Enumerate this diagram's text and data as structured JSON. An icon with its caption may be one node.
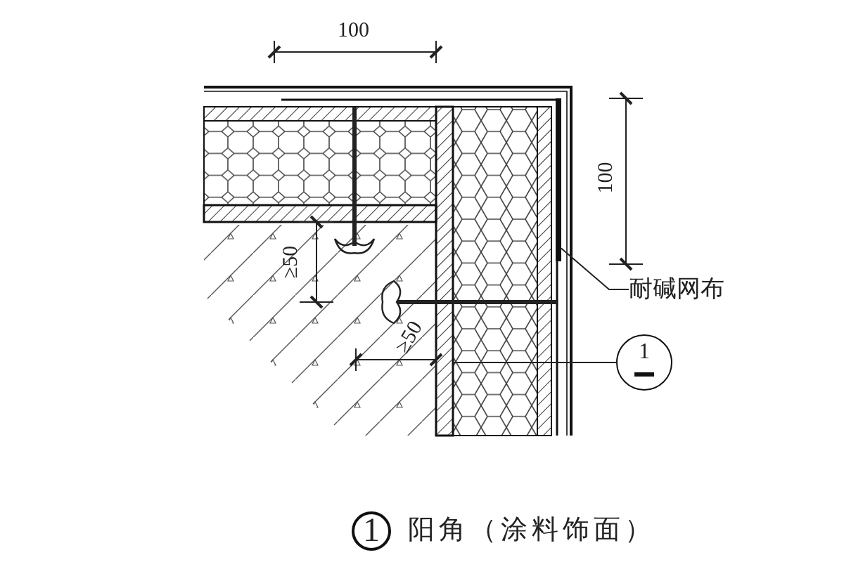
{
  "diagram": {
    "title": "阳角（涂料饰面）",
    "nodes": [
      {
        "text": [
          "耐碱网布"
        ]
      },
      {
        "text": [],
        "shape": "bar"
      },
      {
        "text": [
          "1"
        ]
      },
      {
        "text": [
          "1"
        ]
      }
    ],
    "edges": [
      {
        "from": 0,
        "to": 1,
        "arrow": "none"
      },
      {
        "from": 2,
        "to": null,
        "arrow": "none"
      }
    ],
    "labels": [
      "100",
      "100",
      "≥50",
      "≥50"
    ]
  }
}
